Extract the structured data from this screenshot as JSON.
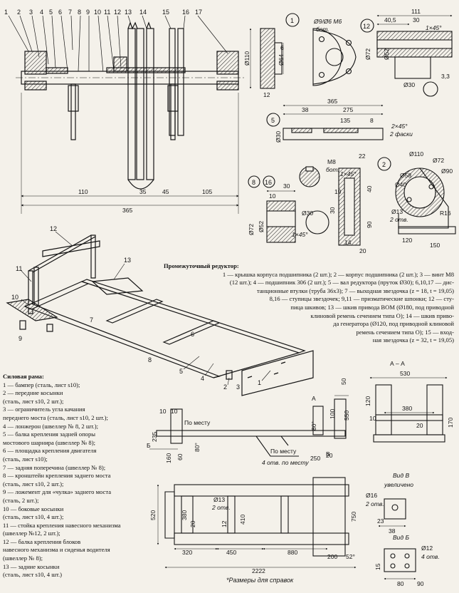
{
  "sheet": {
    "reducer_callouts": [
      "1",
      "2",
      "3",
      "4",
      "5",
      "6",
      "7",
      "8",
      "9",
      "10",
      "11",
      "12",
      "13",
      "14",
      "15",
      "16",
      "17"
    ],
    "reducer_dims": {
      "left_total": "365",
      "seg_110": "110",
      "seg_35": "35",
      "seg_45": "45",
      "seg_105": "105",
      "d110": "Ø110",
      "d64": "Ø64",
      "w12": "12",
      "w6": "6"
    },
    "detail_1": {
      "circle": "1",
      "holes": "Ø9/Ø6 М6",
      "note": "бот."
    },
    "detail_12": {
      "circle": "12",
      "len": "111",
      "d40": "40,5",
      "d30": "30",
      "chamfer": "1×45°",
      "d72": "Ø72",
      "d52": "Ø52",
      "d30b": "Ø30",
      "d33": "3,3"
    },
    "detail_5": {
      "circle": "5",
      "total": "365",
      "d275": "275",
      "d38": "38",
      "d135": "135",
      "d8": "8",
      "d30": "Ø30",
      "chamfer": "2×45°",
      "sides": "2 фаски"
    },
    "detail_2": {
      "circle": "2",
      "d110": "Ø110",
      "d72": "Ø72",
      "d90": "Ø90",
      "d58": "Ø58",
      "d40": "Ø40",
      "r16": "R16",
      "d13": "Ø13",
      "holes": "2 отв.",
      "d120": "120",
      "d150": "150",
      "m8": "М8",
      "bot": "бот.",
      "chamf": "1×45°",
      "d19": "19",
      "d40s": "40",
      "d14": "14",
      "d22": "22",
      "d30": "30",
      "d90b": "90",
      "d20": "20"
    },
    "detail_8_16": {
      "c1": "8",
      "c2": "16",
      "d30": "30",
      "d10": "10",
      "d72": "Ø72",
      "d52": "Ø52",
      "d30b": "Ø30",
      "chamf": "1×45°"
    },
    "frame_callouts": [
      "1",
      "2",
      "3",
      "4",
      "5",
      "6",
      "7",
      "8",
      "9",
      "10",
      "11",
      "12",
      "13"
    ],
    "section_aa": {
      "title": "А – А",
      "d530": "530",
      "d120": "120",
      "d10": "10",
      "d380": "380",
      "d20": "20",
      "d170": "170"
    },
    "side_view": {
      "po_mestu": "По месту",
      "d10": "10",
      "d10b": "10",
      "d235": "235",
      "d160": "160",
      "d60": "60",
      "d80": "80°",
      "d80b": "80°",
      "d50": "50",
      "d550": "550",
      "d100": "100",
      "d250": "250",
      "d20": "20",
      "holes": "4 отв. по месту",
      "po_mestu2": "По месту",
      "label_a": "А",
      "label_b": "Б",
      "label_v": "В"
    },
    "plan_view": {
      "d520": "520",
      "d380": "380",
      "d20": "20",
      "d13": "Ø13",
      "holes": "2 отв.",
      "d12": "12",
      "d410": "410",
      "d750": "750",
      "d320": "320",
      "d450": "450",
      "d880": "880",
      "d52": "52°",
      "d200": "200",
      "total": "2222"
    },
    "view_v": {
      "title": "Вид В",
      "sub": "увеличено",
      "d16": "Ø16",
      "holes": "2 отв.",
      "d23": "23",
      "d38": "38"
    },
    "view_b": {
      "title": "Вид Б",
      "d12": "Ø12",
      "holes": "4 отв.",
      "d15": "15",
      "d80": "80",
      "d90": "90"
    }
  },
  "reducer_caption": {
    "title": "Промежуточный редуктор:",
    "lines": [
      "1 — крышка корпуса подшипника (2 шт.); 2 — корпус подшипника (2 шт.); 3 — винт М8",
      "(12 шт.); 4 — подшипник 306 (2 шт.); 5 — вал редуктора (пруток Ø30); 6,10,17 — дис-",
      "танционные втулки (труба 36х3); 7 — выходная звездочка (z = 18, t = 19,05)",
      "8,16 — ступицы звездочек; 9,11 — призматические шпонки; 12 — сту-",
      "пица шкивов; 13 — шкив привода ВОМ (Ø180, под приводной",
      "клиновой ремень сечением типа О); 14 — шкив приво-",
      "да генератора (Ø120, под приводной клиновой",
      "ремень сечением типа О); 15 — вход-",
      "ная звездочка (z = 32, t = 19,05)"
    ]
  },
  "frame_caption": {
    "title": "Силовая рама:",
    "lines": [
      "1 — бампер (сталь, лист s10);",
      "2 — передние косынки",
      "(сталь, лист s10, 2 шт.);",
      "3 — ограничитель угла качания",
      "переднего моста (сталь, лист s10, 2 шт.);",
      "4 — лонжерон (швеллер № 8, 2 шт.);",
      "5 — балка крепления задней опоры",
      "мостового шарнира (швеллер № 8);",
      "6 — площадка крепления двигателя",
      "(сталь, лист s10);",
      "7 — задняя поперечина (швеллер № 8);",
      "8 — кронштейн крепления заднего моста",
      "(сталь, лист s10, 2 шт.);",
      "9 — ложемент для «чулка» заднего моста",
      "(сталь, 2 шт.);",
      "10 — боковые косынки",
      "(сталь, лист s10, 4 шт.);",
      "11 — стойка крепления навесного механизма",
      "(швеллер №12, 2 шт.);",
      "12 — балка крепления блоков",
      "навесного механизма и сиденья водителя",
      "(швеллер № 8);",
      "13 — задние косынки",
      "(сталь, лист s10, 4 шт.)"
    ]
  },
  "footnote": "*Размеры для справок"
}
